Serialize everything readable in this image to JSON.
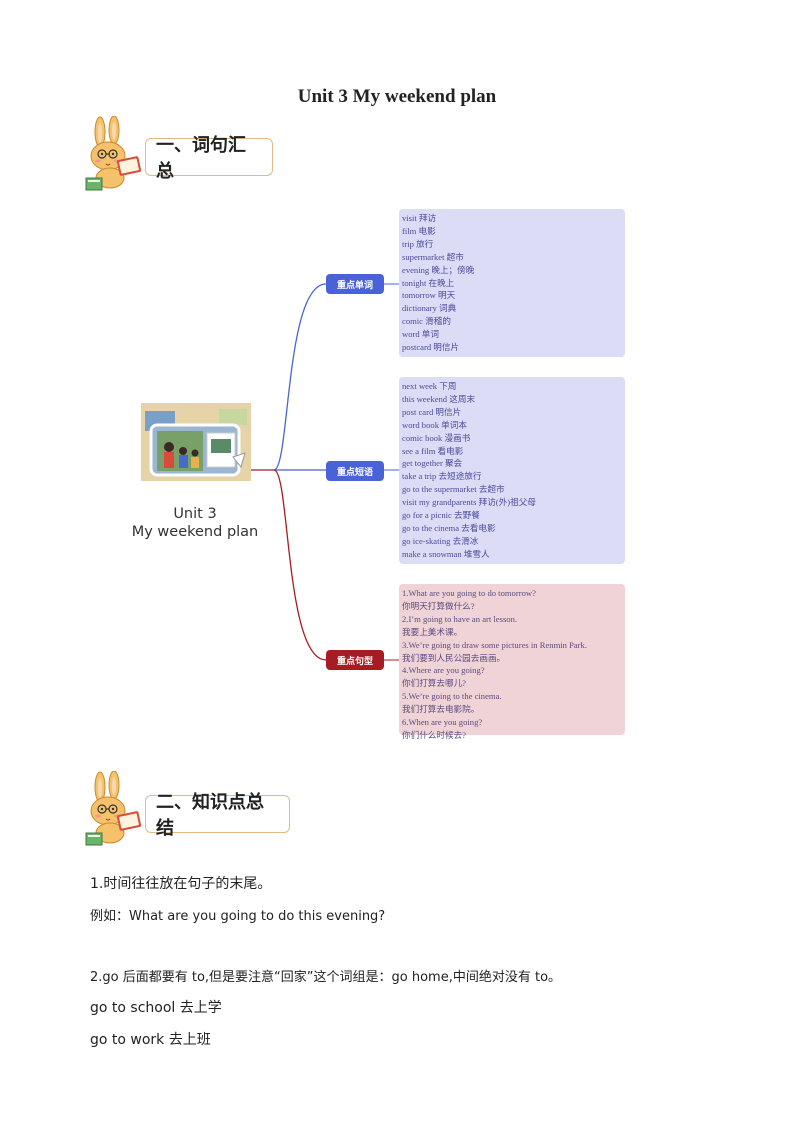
{
  "title": "Unit 3 My weekend plan",
  "section1": {
    "label": "一、词句汇总"
  },
  "section2": {
    "label": "二、知识点总结"
  },
  "center": {
    "line1": "Unit 3",
    "line2": "My weekend plan"
  },
  "words": {
    "tag": "重点单词",
    "items": [
      "visit 拜访",
      "film 电影",
      "trip 旅行",
      "supermarket 超市",
      "evening  晚上；傍晚",
      "tonight 在晚上",
      "tomorrow  明天",
      "dictionary 词典",
      "comic 滑稽的",
      "word 单词",
      "postcard 明信片"
    ]
  },
  "phrases": {
    "tag": "重点短语",
    "items": [
      "next week 下周",
      "this weekend 这周末",
      "post card 明信片",
      "word book 单词本",
      "comic book 漫画书",
      "see a film 看电影",
      "get together 聚会",
      "take a trip 去短途旅行",
      "go to the supermarket 去超市",
      "visit my grandparents 拜访(外)祖父母",
      "go for a picnic 去野餐",
      "go to the cinema 去看电影",
      "go ice-skating 去滑冰",
      " make a snowman 堆雪人"
    ]
  },
  "sentences": {
    "tag": "重点句型",
    "items": [
      "1.What are you going to do tomorrow?",
      "你明天打算做什么?",
      "2.I’m going to have an art lesson.",
      "我要上美术课。",
      "3.We’re going to draw some pictures in Renmin Park.",
      "我们要到人民公园去画画。",
      "4.Where are you going?",
      "你们打算去哪儿?",
      "5.We’re going to the cinema.",
      "我们打算去电影院。",
      "6.When are you going?",
      "你们什么时候去?"
    ]
  },
  "points": {
    "p1": "1.时间往往放在句子的末尾。",
    "p1_example": "例如：What are you going to do this evening?",
    "p2": "2.go 后面都要有 to,但是要注意“回家”这个词组是：go home,中间绝对没有 to。",
    "p2_ex1": "go to school 去上学",
    "p2_ex2": "go to work 去上班"
  },
  "colors": {
    "blue_tag": "#4a62d8",
    "red_tag": "#a51c22",
    "blue_box": "#dcdcf7",
    "pink_box": "#f0d3d6"
  }
}
